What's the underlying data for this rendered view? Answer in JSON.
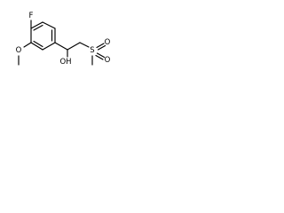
{
  "molecule": {
    "atom_labels": {
      "fluorine": "F",
      "methoxy_oxygen": "O",
      "hydroxyl": "OH",
      "sulfur": "S",
      "sulfonyl_oxygen_1": "O",
      "sulfonyl_oxygen_2": "O"
    },
    "colors": {
      "bonds": "#000000",
      "labels": "#000000",
      "background": "#ffffff"
    }
  }
}
